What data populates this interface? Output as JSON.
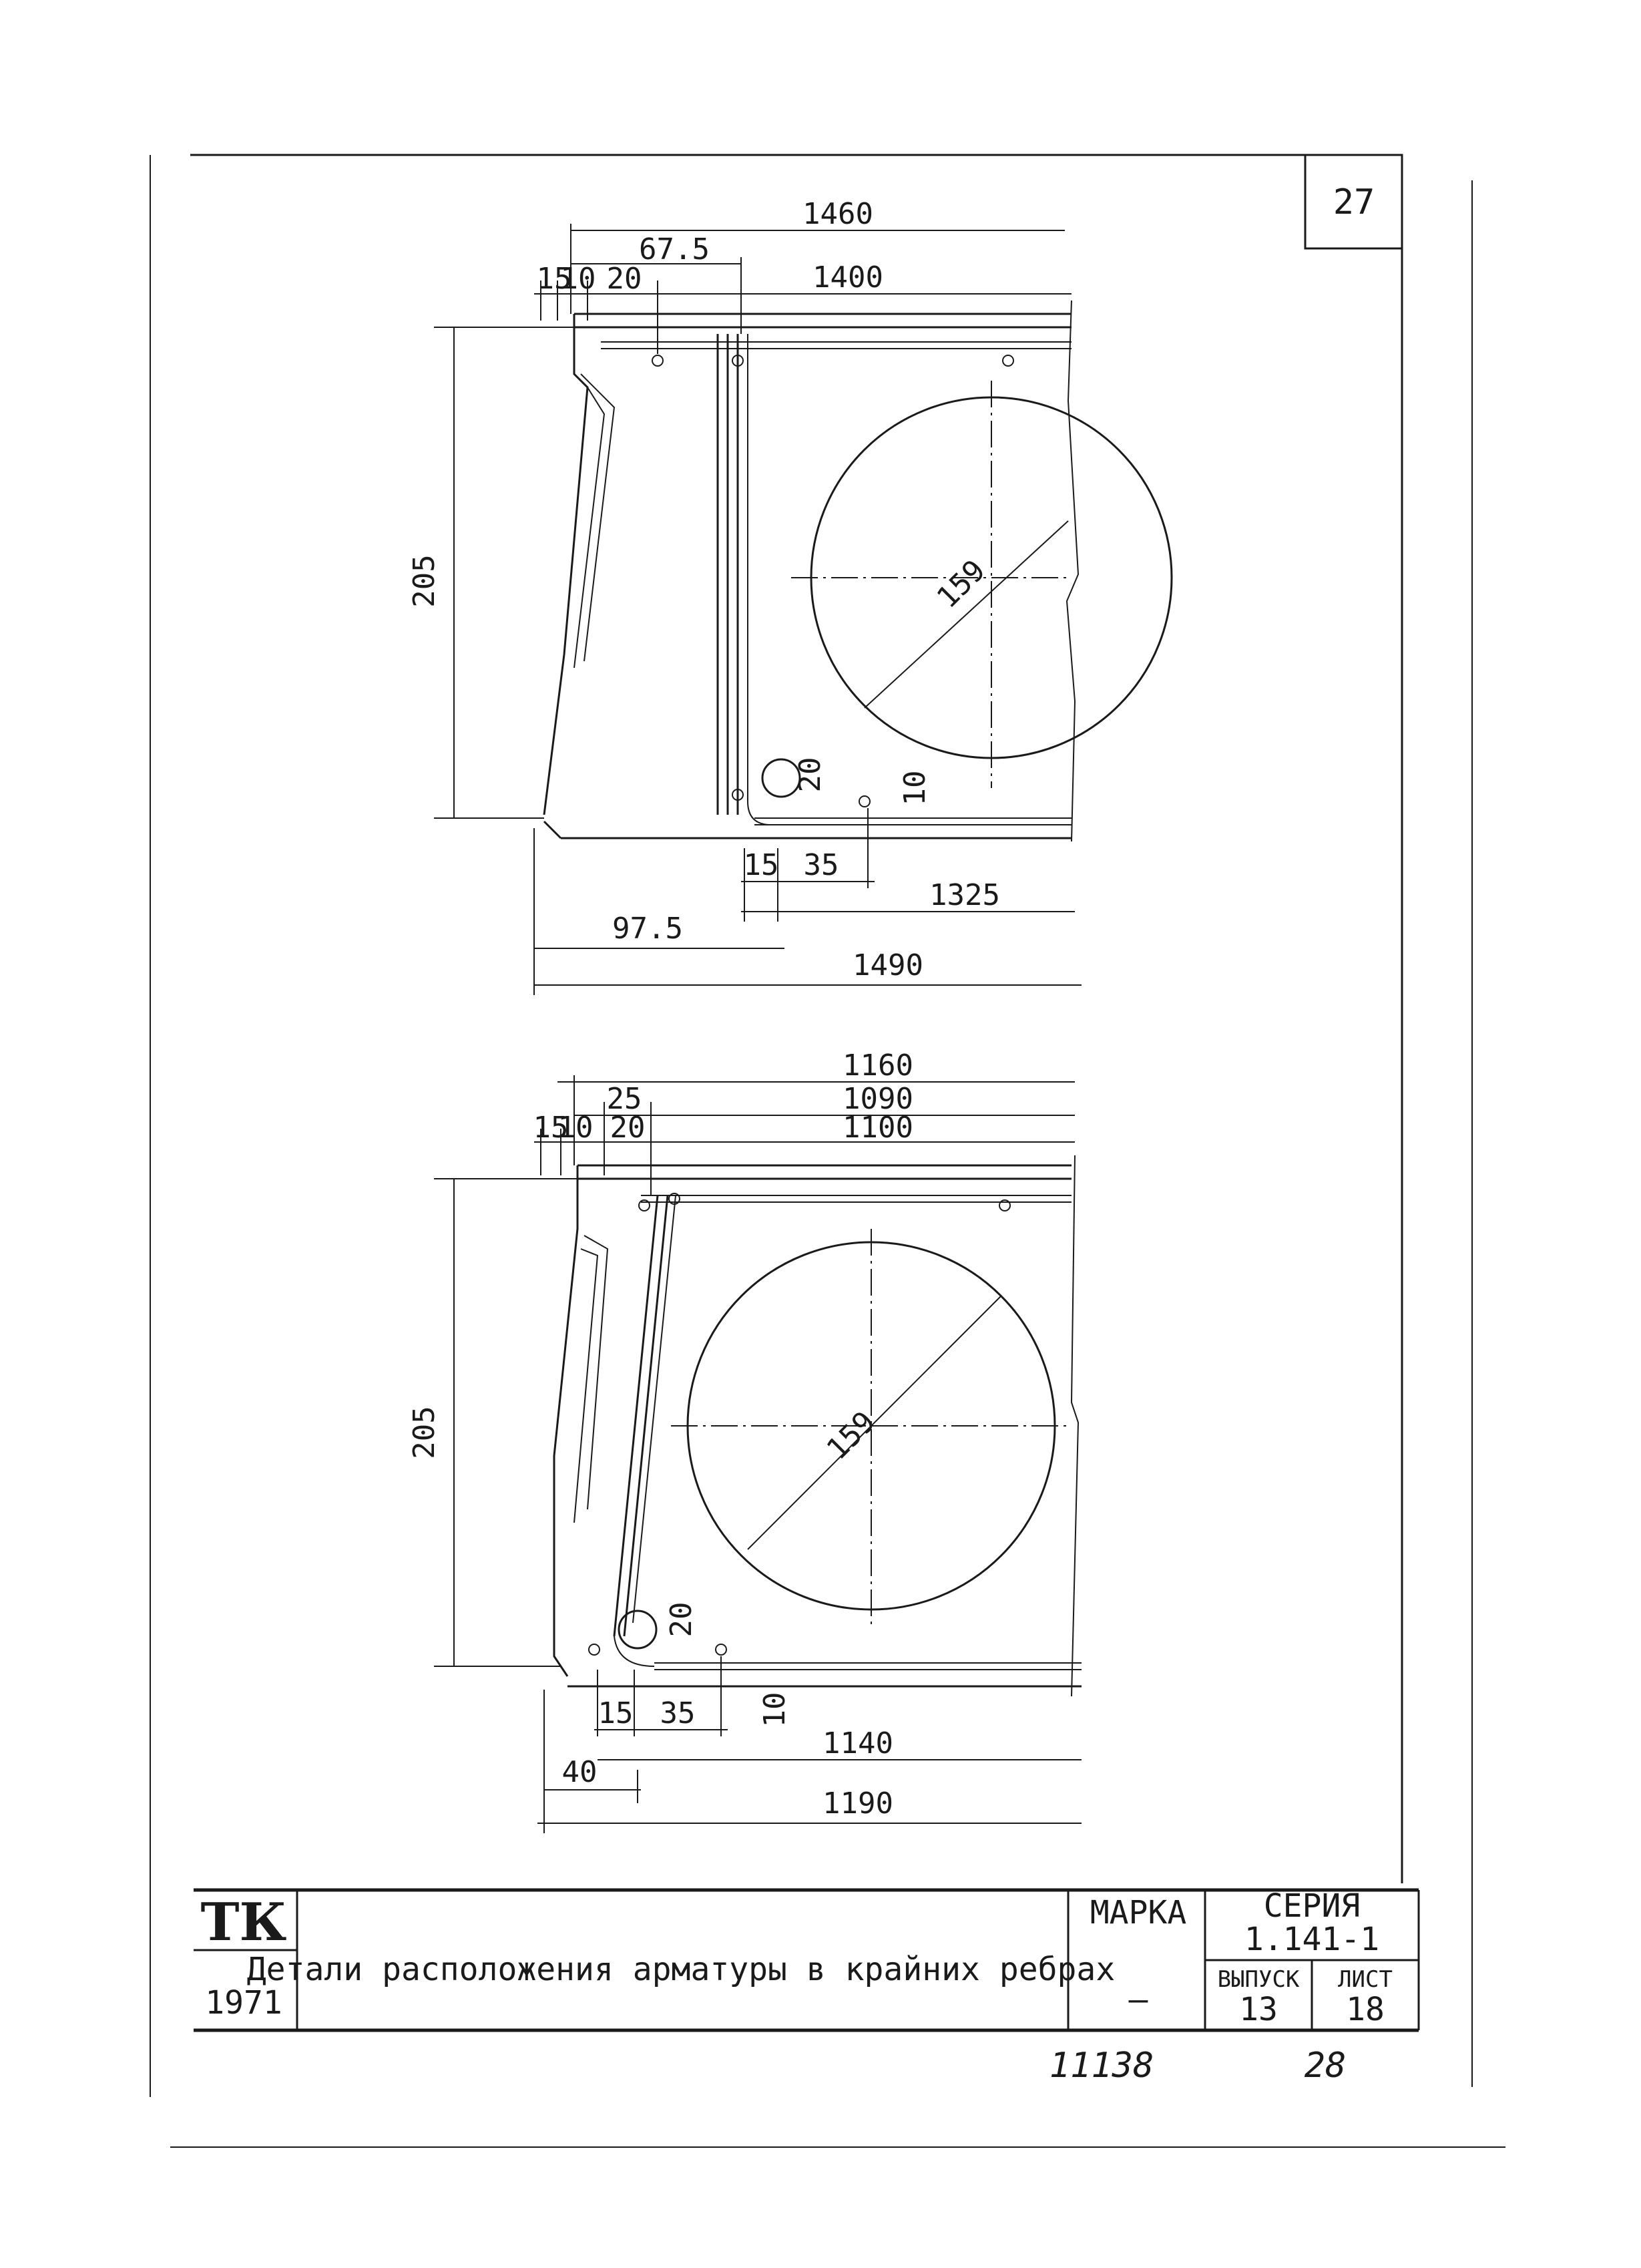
{
  "sheet_number": "27",
  "drawing_top": {
    "dims": {
      "overall": "1460",
      "d67_5": "67.5",
      "d1400": "1400",
      "d15": "15",
      "d10": "10",
      "d20": "20",
      "height": "205",
      "diameter": "159",
      "bar_20": "20",
      "bar_10": "10",
      "b15": "15",
      "b35": "35",
      "d1325": "1325",
      "d97_5": "97.5",
      "d1490": "1490"
    }
  },
  "drawing_bottom": {
    "dims": {
      "d1160": "1160",
      "d25": "25",
      "d1090": "1090",
      "d15": "15",
      "d10": "10",
      "d20": "20",
      "d1100": "1100",
      "height": "205",
      "diameter": "159",
      "bar_20": "20",
      "bar_10": "10",
      "b15": "15",
      "b35": "35",
      "d1140": "1140",
      "d40": "40",
      "d1190": "1190"
    }
  },
  "title_block": {
    "org": "ТК",
    "year": "1971",
    "title": "Детали расположения арматуры в крайних ребрах",
    "marka_label": "МАРКА",
    "marka_value": "—",
    "seriya_label": "СЕРИЯ",
    "seriya_value": "1.141-1",
    "vypusk_label": "ВЫПУСК",
    "vypusk_value": "13",
    "list_label": "ЛИСТ",
    "list_value": "18"
  },
  "footer": {
    "inventory": "11138",
    "page": "28"
  }
}
